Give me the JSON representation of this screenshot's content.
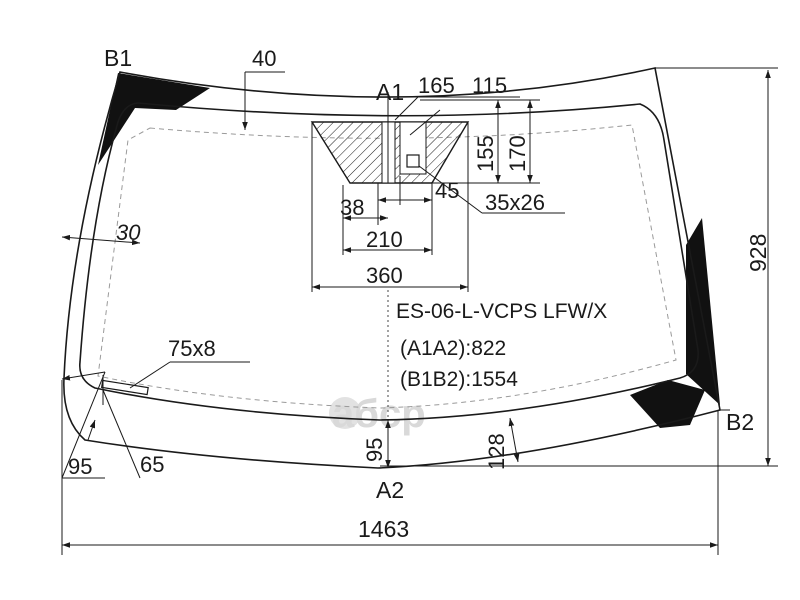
{
  "drawing": {
    "points": {
      "a1": "A1",
      "a2": "A2",
      "b1": "B1",
      "b2": "B2"
    },
    "dimensions": {
      "top_band": "40",
      "side_band": "30",
      "sensor_width_165": "165",
      "sensor_width_115": "115",
      "height_155": "155",
      "height_170": "170",
      "width_38": "38",
      "gap_45": "45",
      "sensor_pad": "35x26",
      "width_210": "210",
      "width_360": "360",
      "vin_window": "75x8",
      "bottom_95_left": "95",
      "bottom_65": "65",
      "bottom_95_center": "95",
      "bottom_128": "128",
      "total_width": "1463",
      "total_height": "928"
    },
    "info": {
      "part_code": "ES-06-L-VCPS LFW/X",
      "a1a2": "(A1A2):822",
      "b1b2": "(B1B2):1554"
    },
    "watermark": "aбcp",
    "colors": {
      "line": "#1a1a1a",
      "tint": "#111111",
      "dashed": "#9a9a9a",
      "watermark": "#d9d9d9"
    }
  }
}
